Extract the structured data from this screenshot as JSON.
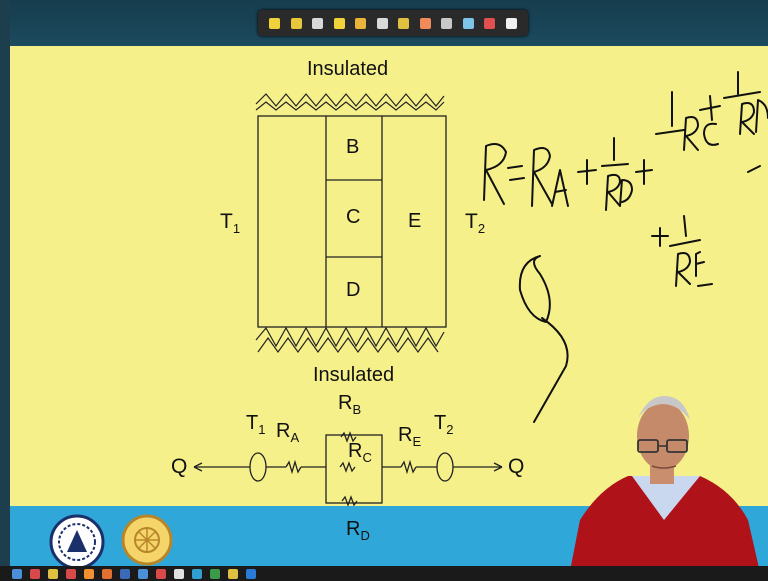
{
  "diagram": {
    "insulated_top": "Insulated",
    "insulated_bottom": "Insulated",
    "block_B": "B",
    "block_C": "C",
    "block_D": "D",
    "block_E": "E",
    "temp_left": "T",
    "temp_left_sub": "1",
    "temp_right": "T",
    "temp_right_sub": "2",
    "circuit": {
      "q_left": "Q",
      "q_right": "Q",
      "t1": "T",
      "t1_sub": "1",
      "t2": "T",
      "t2_sub": "2",
      "ra": "R",
      "ra_sub": "A",
      "rb": "R",
      "rb_sub": "B",
      "rc": "R",
      "rc_sub": "C",
      "rd": "R",
      "rd_sub": "D",
      "re": "R",
      "re_sub": "E"
    }
  },
  "colors": {
    "slide_bg": "#f6f08a",
    "top_bar": "#1c4a5e",
    "bottom_band": "#2fa7d8",
    "ink": "#111111"
  },
  "icons": [
    "pen-toolbar-icon",
    "iit-logo-icon",
    "nptel-logo-icon",
    "presenter-video-icon"
  ]
}
